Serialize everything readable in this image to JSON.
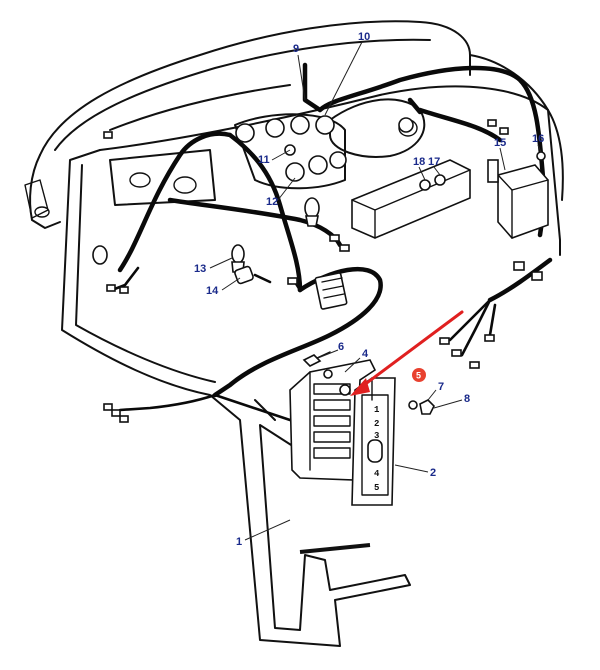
{
  "callouts": {
    "c1": "1",
    "c2": "2",
    "c4": "4",
    "c6": "6",
    "c7": "7",
    "c8": "8",
    "c9": "9",
    "c10": "10",
    "c11": "11",
    "c12": "12",
    "c13": "13",
    "c14": "14",
    "c15": "15",
    "c16": "16",
    "c17": "17",
    "c18": "18"
  },
  "highlight": {
    "label": "5",
    "badge_color": "#e8412f",
    "arrow_color": "#e02020"
  },
  "fuse_cover_numbers": [
    "1",
    "2",
    "3",
    "4",
    "5"
  ],
  "colors": {
    "callout": "#1a2a8a",
    "line": "#111111"
  }
}
